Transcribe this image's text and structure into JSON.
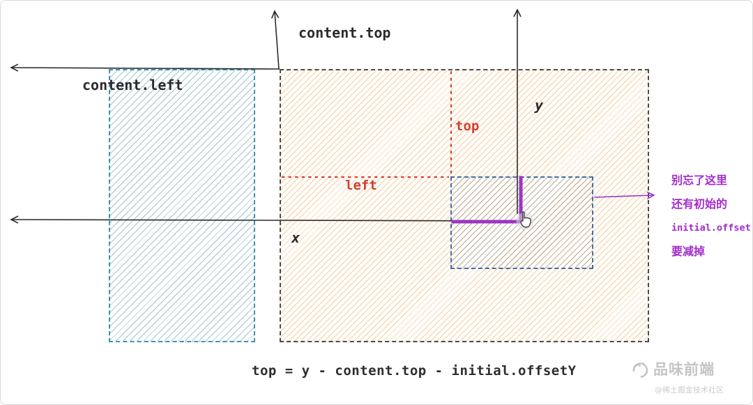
{
  "diagram": {
    "labels": {
      "content_top": "content.top",
      "content_left": "content.left",
      "y": "y",
      "x": "x",
      "top": "top",
      "left": "left"
    },
    "note_lines": [
      "别忘了这里",
      "还有初始的",
      "initial.offset",
      "要减掉"
    ],
    "formula": "top = y - content.top - initial.offsetY"
  },
  "watermark": {
    "brand": "品味前端",
    "community": "@稀土掘金技术社区"
  },
  "colors": {
    "content_area_border": "#4a4a4a",
    "content_area_hatch": "#f0a641",
    "left_panel_border": "#3f93ad",
    "inner_box_border": "#3d6fa8",
    "guide_red": "#d23f31",
    "accent_purple": "#9b36c2",
    "arrow_black": "#2b2b2b",
    "watermark_gray": "#c4c4c4"
  }
}
